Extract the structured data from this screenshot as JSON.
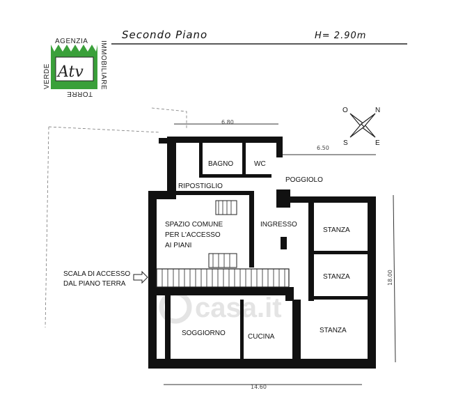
{
  "header": {
    "title": "Secondo Piano",
    "height_note": "H= 2.90m"
  },
  "logo": {
    "top": "AGENZIA",
    "left": "VERDE",
    "right": "IMMOBILIARE",
    "bottom": "TORRE",
    "mark": "Atv",
    "colors": {
      "green": "#3aa03a"
    }
  },
  "compass": {
    "n": "N",
    "o": "O",
    "s": "S",
    "e": "E"
  },
  "dimensions": {
    "top": "6.80",
    "right_top": "6.50",
    "right_side": "18.00",
    "bottom": "14.60"
  },
  "rooms": {
    "bagno": "BAGNO",
    "wc": "WC",
    "ripostiglio": "RIPOSTIGLIO",
    "poggiolo": "POGGIOLO",
    "spazio_1": "SPAZIO COMUNE",
    "spazio_2": "PER L'ACCESSO",
    "spazio_3": "AI PIANI",
    "ingresso": "INGRESSO",
    "stanza_1": "STANZA",
    "stanza_2": "STANZA",
    "stanza_3": "STANZA",
    "soggiorno": "SOGGIORNO",
    "cucina": "CUCINA"
  },
  "stair_note": {
    "line1": "SCALA DI ACCESSO",
    "line2": "DAL PIANO TERRA"
  },
  "watermark": "casa.it"
}
